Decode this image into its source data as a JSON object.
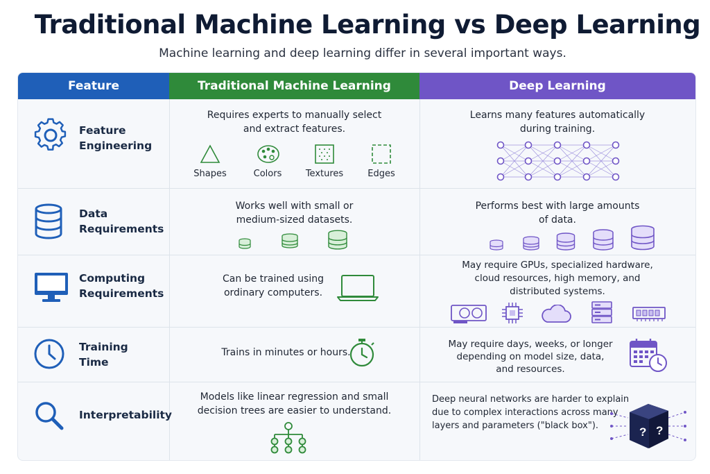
{
  "title": "Traditional Machine Learning vs Deep Learning",
  "subtitle": "Machine learning and deep learning differ in several important ways.",
  "colors": {
    "feature_header": "#1f5fb8",
    "traditional_header": "#2f8a3a",
    "deep_header": "#6f55c6"
  },
  "headers": {
    "feature": "Feature",
    "traditional": "Traditional Machine Learning",
    "deep": "Deep Learning"
  },
  "rows": [
    {
      "feature": "Feature\nEngineering",
      "icon": "gear-icon",
      "traditional": "Requires experts to manually select\nand extract features.",
      "traditional_items": [
        "Shapes",
        "Colors",
        "Textures",
        "Edges"
      ],
      "deep": "Learns many features automatically\nduring training.",
      "deep_icon": "neural-network-icon"
    },
    {
      "feature": "Data\nRequirements",
      "icon": "database-icon",
      "traditional": "Works well with small or\nmedium-sized datasets.",
      "deep": "Performs best with large amounts\nof data."
    },
    {
      "feature": "Computing\nRequirements",
      "icon": "monitor-icon",
      "traditional": "Can be trained using\nordinary computers.",
      "traditional_icon": "laptop-icon",
      "deep": "May require GPUs, specialized hardware,\ncloud resources, high memory, and\ndistributed systems.",
      "deep_icons": [
        "gpu-icon",
        "chip-icon",
        "cloud-icon",
        "server-icon",
        "memory-icon"
      ]
    },
    {
      "feature": "Training\nTime",
      "icon": "clock-icon",
      "traditional": "Trains in minutes or hours.",
      "traditional_icon": "stopwatch-icon",
      "deep": "May require days, weeks, or longer\ndepending on model size, data,\nand resources.",
      "deep_icon": "calendar-clock-icon"
    },
    {
      "feature": "Interpretability",
      "icon": "magnifier-icon",
      "traditional": "Models like linear regression and small\ndecision trees are easier to understand.",
      "traditional_icon": "decision-tree-icon",
      "deep": "Deep neural networks are harder to explain\ndue to complex interactions across many\nlayers and parameters (\"black box\").",
      "deep_icon": "black-box-icon"
    }
  ]
}
